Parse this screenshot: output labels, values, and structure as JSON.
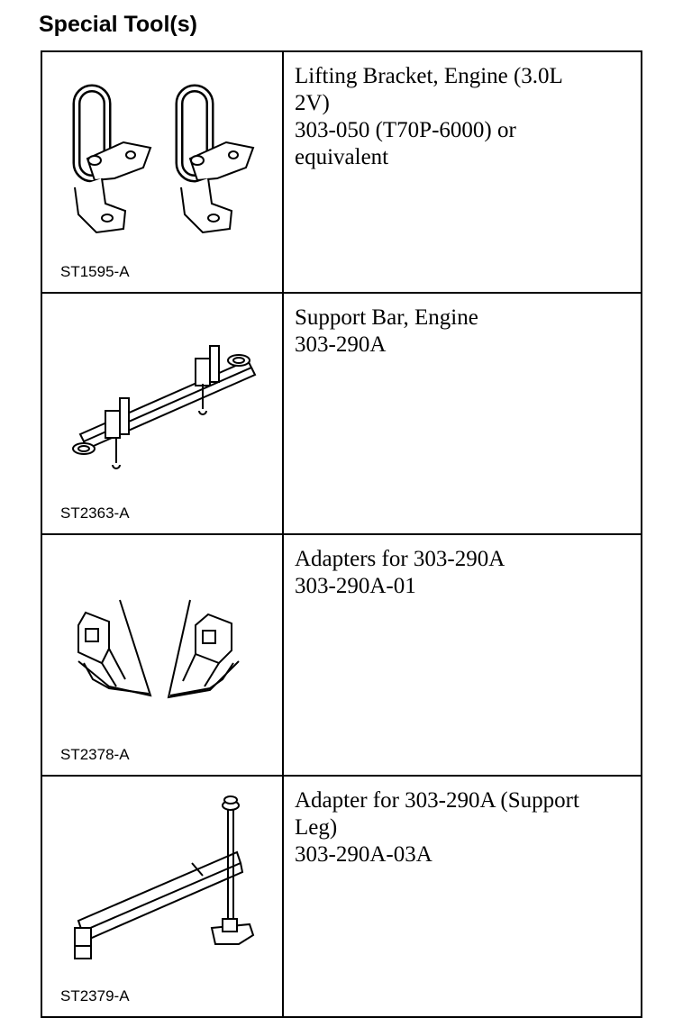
{
  "heading": "Special Tool(s)",
  "tools": [
    {
      "code": "ST1595-A",
      "lines": [
        "Lifting Bracket, Engine (3.0L",
        "2V)",
        "303-050 (T70P-6000) or",
        "equivalent"
      ],
      "illustration": "lifting-bracket-illustration"
    },
    {
      "code": "ST2363-A",
      "lines": [
        "Support Bar, Engine",
        "303-290A"
      ],
      "illustration": "support-bar-illustration"
    },
    {
      "code": "ST2378-A",
      "lines": [
        "Adapters for 303-290A",
        "303-290A-01"
      ],
      "illustration": "adapters-illustration"
    },
    {
      "code": "ST2379-A",
      "lines": [
        "Adapter for 303-290A (Support",
        "Leg)",
        "303-290A-03A"
      ],
      "illustration": "support-leg-illustration"
    }
  ]
}
